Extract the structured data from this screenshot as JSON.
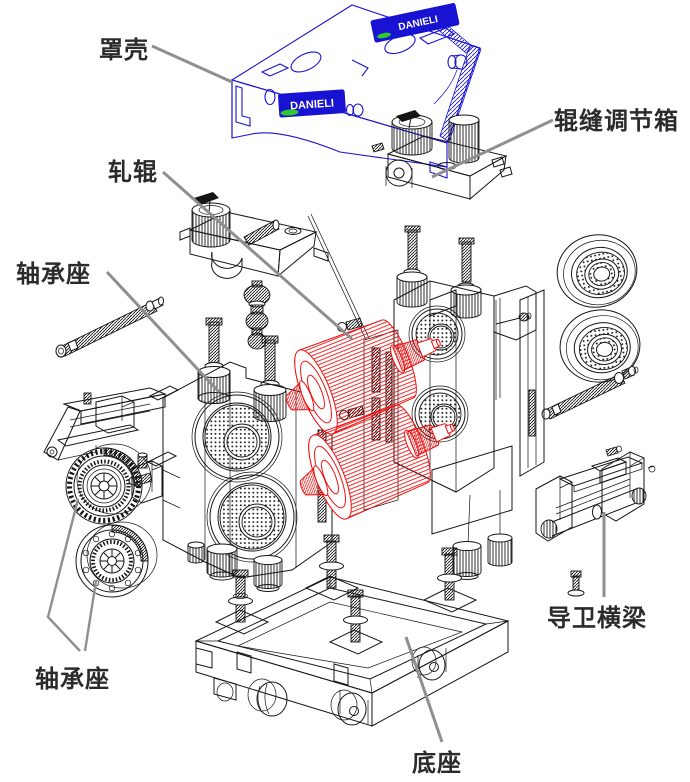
{
  "diagram": {
    "labels": {
      "cover": "罩壳",
      "roll": "轧辊",
      "roll_gap_adjustment_box": "辊缝调节箱",
      "bearing_housing_upper": "轴承座",
      "bearing_housing_lower": "轴承座",
      "guide_cross_beam": "导卫横梁",
      "base": "底座"
    },
    "logo": {
      "brand": "DANIELI"
    },
    "colors": {
      "cover-blue": "#1813d2",
      "roll-red": "#ee1111",
      "part-black": "#151515",
      "leader-gray": "#8f8f8f",
      "logo-green": "#2fc82f",
      "label-color": "#2b2b2b",
      "background": "#ffffff"
    }
  }
}
